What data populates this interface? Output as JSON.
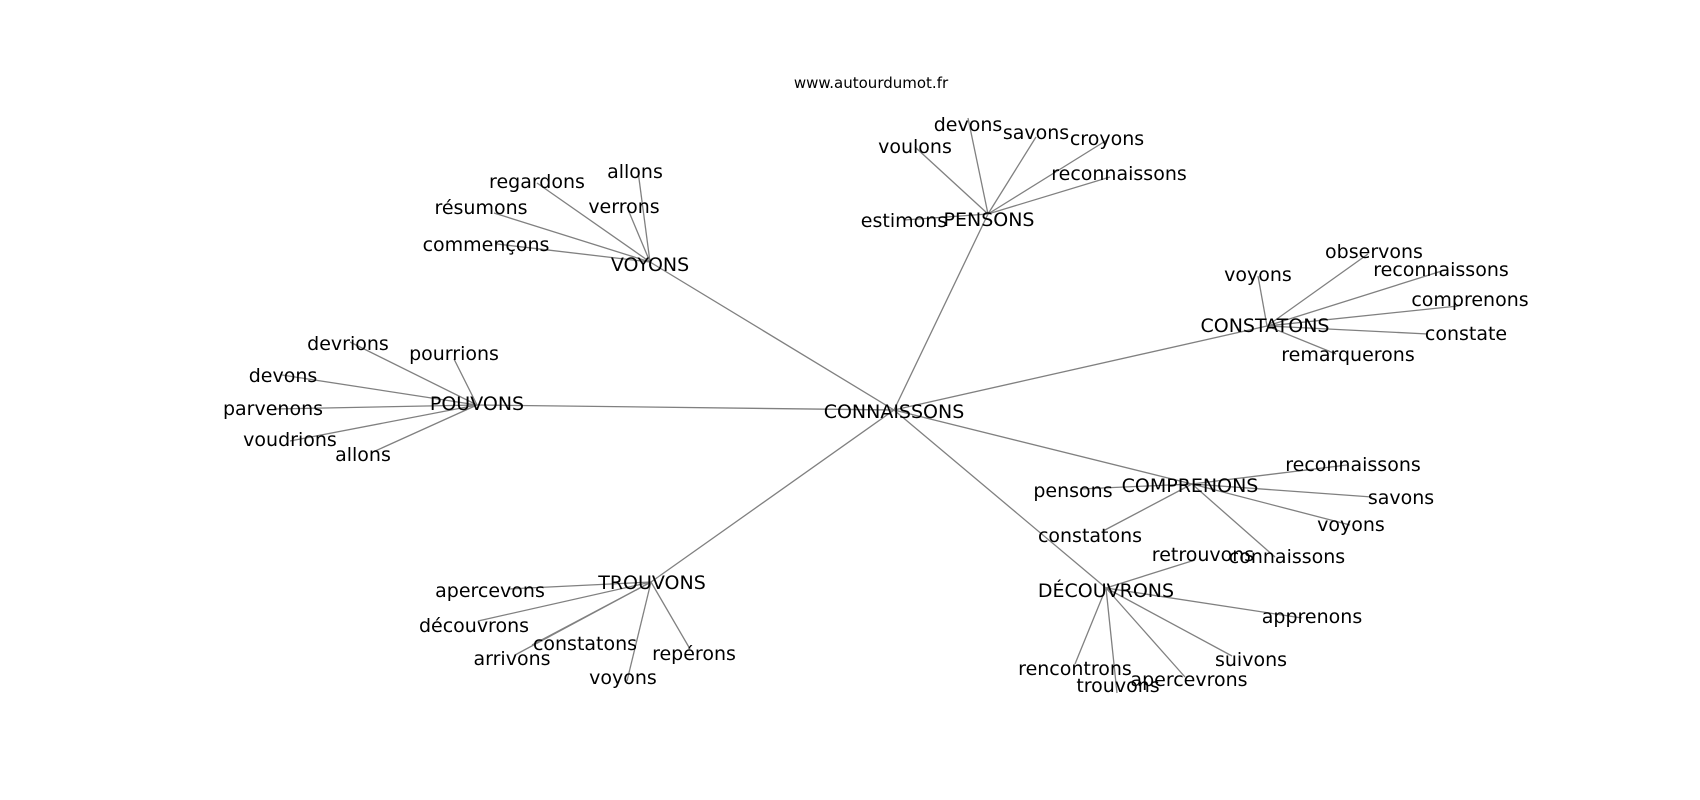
{
  "site": "www.autourdumot.fr",
  "center": "CONNAISSONS",
  "clusters": [
    {
      "hub": "VOYONS",
      "leaves": [
        "allons",
        "regardons",
        "verrons",
        "résumons",
        "commençons"
      ]
    },
    {
      "hub": "PENSONS",
      "leaves": [
        "devons",
        "savons",
        "croyons",
        "voulons",
        "reconnaissons",
        "estimons"
      ]
    },
    {
      "hub": "CONSTATONS",
      "leaves": [
        "observons",
        "voyons",
        "reconnaissons",
        "comprenons",
        "constate",
        "remarquerons"
      ]
    },
    {
      "hub": "POUVONS",
      "leaves": [
        "devrions",
        "pourrions",
        "devons",
        "parvenons",
        "voudrions",
        "allons"
      ]
    },
    {
      "hub": "COMPRENONS",
      "leaves": [
        "reconnaissons",
        "pensons",
        "savons",
        "voyons",
        "constatons",
        "connaissons"
      ]
    },
    {
      "hub": "TROUVONS",
      "leaves": [
        "apercevons",
        "découvrons",
        "constatons",
        "arrivons",
        "repérons",
        "voyons"
      ]
    },
    {
      "hub": "DÉCOUVRONS",
      "leaves": [
        "retrouvons",
        "apprenons",
        "suivons",
        "rencontrons",
        "apercevrons",
        "trouvons"
      ]
    }
  ]
}
